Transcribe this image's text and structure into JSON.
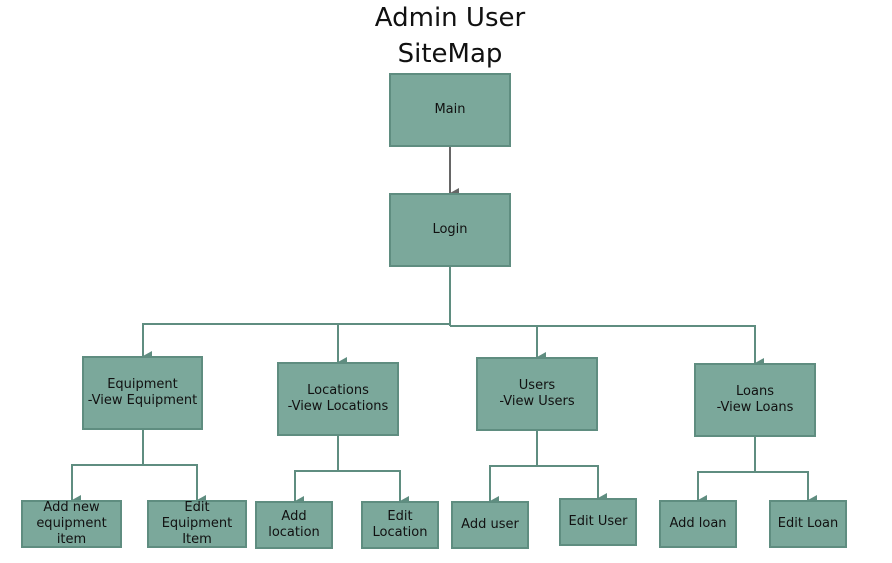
{
  "title": {
    "line1": "Admin User",
    "line2": "SiteMap"
  },
  "nodes": {
    "main": {
      "label": "Main"
    },
    "login": {
      "label": "Login"
    },
    "equipment": {
      "line1": "Equipment",
      "line2": "-View Equipment"
    },
    "locations": {
      "line1": "Locations",
      "line2": "-View Locations"
    },
    "users": {
      "line1": "Users",
      "line2": "-View Users"
    },
    "loans": {
      "line1": "Loans",
      "line2": "-View Loans"
    },
    "add_equipment": {
      "line1": "Add new",
      "line2": "equipment item"
    },
    "edit_equipment": {
      "line1": "Edit Equipment",
      "line2": "Item"
    },
    "add_location": {
      "line1": "Add",
      "line2": "location"
    },
    "edit_location": {
      "line1": "Edit",
      "line2": "Location"
    },
    "add_user": {
      "label": "Add user"
    },
    "edit_user": {
      "label": "Edit User"
    },
    "add_loan": {
      "label": "Add loan"
    },
    "edit_loan": {
      "label": "Edit Loan"
    }
  }
}
